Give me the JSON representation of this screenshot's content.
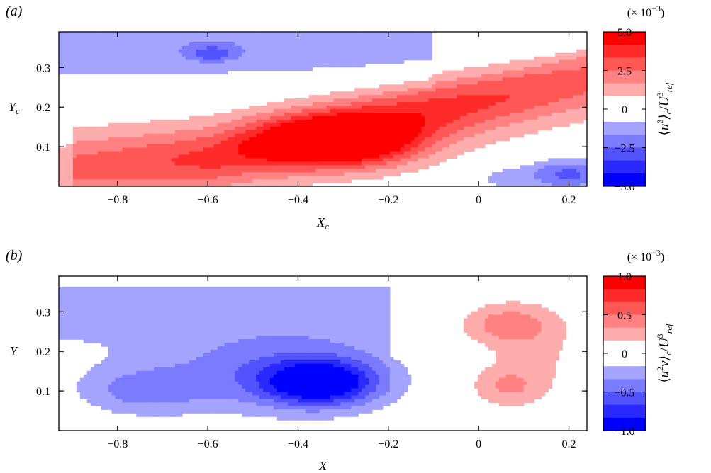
{
  "chart_data": [
    {
      "type": "heatmap",
      "panel_label": "(a)",
      "xlabel": "X",
      "xlabel_sub": "c",
      "ylabel": "Y",
      "ylabel_sub": "c",
      "xlim": [
        -0.93,
        0.24
      ],
      "ylim": [
        0.0,
        0.39
      ],
      "xticks": [
        -0.8,
        -0.6,
        -0.4,
        -0.2,
        0,
        0.2
      ],
      "xtick_labels": [
        "−0.8",
        "−0.6",
        "−0.4",
        "−0.2",
        "0",
        "0.2"
      ],
      "yticks": [
        0.1,
        0.2,
        0.3
      ],
      "ytick_labels": [
        "0.1",
        "0.2",
        "0.3"
      ],
      "colorbar": {
        "label": "⟨u³⟩c/U³ref",
        "label_parts": [
          "⟨",
          "u",
          "3",
          "⟩",
          "c",
          "/",
          "U",
          "3",
          "ref"
        ],
        "multiplier_text": "(× 10",
        "multiplier_exp": "−3",
        "multiplier_close": ")",
        "range": [
          -5.0,
          5.0
        ],
        "ticks": [
          5.0,
          2.5,
          0,
          -2.5,
          -5.0
        ],
        "tick_labels": [
          "5.0",
          "2.5",
          "0",
          "−2.5",
          "−5.0"
        ],
        "levels": 12
      },
      "features": [
        {
          "kind": "positive_max",
          "x": -0.3,
          "y": 0.11,
          "value": 4.5
        },
        {
          "kind": "positive_ridge",
          "x": [
            -0.85,
            -0.6,
            -0.4,
            -0.2,
            0.0,
            0.2
          ],
          "y": [
            0.05,
            0.07,
            0.1,
            0.15,
            0.22,
            0.3
          ]
        },
        {
          "kind": "negative_region",
          "x": -0.6,
          "y": 0.33,
          "value": -1.0
        },
        {
          "kind": "negative_region",
          "x": 0.17,
          "y": 0.05,
          "value": -2.5
        }
      ]
    },
    {
      "type": "heatmap",
      "panel_label": "(b)",
      "xlabel": "X",
      "ylabel": "Y",
      "xlim": [
        -0.93,
        0.24
      ],
      "ylim": [
        0.0,
        0.39
      ],
      "xticks": [
        -0.8,
        -0.6,
        -0.4,
        -0.2,
        0,
        0.2
      ],
      "xtick_labels": [
        "−0.8",
        "−0.6",
        "−0.4",
        "−0.2",
        "0",
        "0.2"
      ],
      "yticks": [
        0.1,
        0.2,
        0.3
      ],
      "ytick_labels": [
        "0.1",
        "0.2",
        "0.3"
      ],
      "colorbar": {
        "label": "⟨u²v⟩c/U³ref",
        "label_parts": [
          "⟨",
          "u",
          "2",
          "v⟩",
          "c",
          "/",
          "U",
          "3",
          "ref"
        ],
        "multiplier_text": "(× 10",
        "multiplier_exp": "−3",
        "multiplier_close": ")",
        "range": [
          -1.0,
          1.0
        ],
        "ticks": [
          1.0,
          0.5,
          0,
          -0.5,
          -1.0
        ],
        "tick_labels": [
          "1.0",
          "0.5",
          "0",
          "−0.5",
          "−1.0"
        ],
        "levels": 12
      },
      "features": [
        {
          "kind": "negative_min",
          "x": -0.35,
          "y": 0.12,
          "value": -0.95
        },
        {
          "kind": "negative_region",
          "x": -0.75,
          "y": 0.1,
          "value": -0.4
        },
        {
          "kind": "positive_region",
          "x": 0.06,
          "y": 0.27,
          "value": 0.5
        },
        {
          "kind": "positive_region",
          "x": 0.06,
          "y": 0.11,
          "value": 0.4
        }
      ]
    }
  ]
}
